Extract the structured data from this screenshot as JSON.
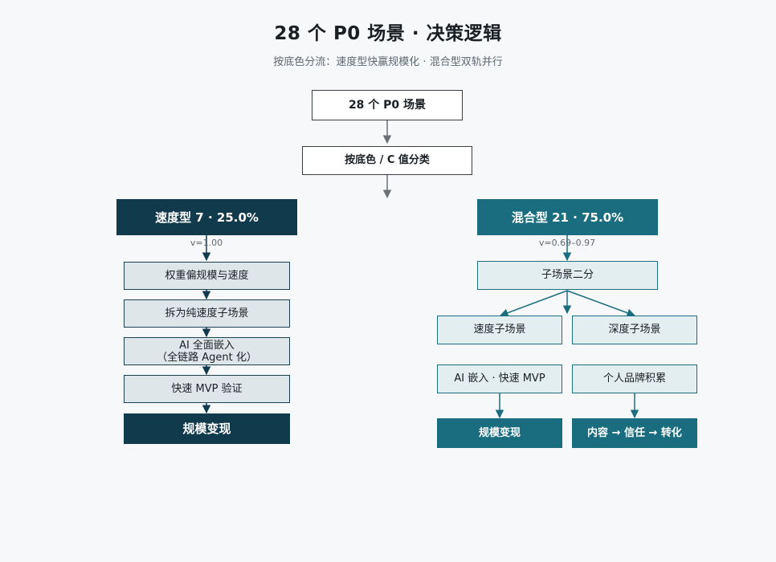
{
  "title": "28 个 P0 场景 · 决策逻辑",
  "subtitle": "按底色分流：速度型快赢规模化 · 混合型双轨并行",
  "root": "28 个 P0 场景",
  "classify": "按底色 / C 值分类",
  "left": {
    "header": "速度型 7 · 25.0%",
    "v_label": "v=1.00",
    "steps": [
      "权重偏规模与速度",
      "拆为纯速度子场景",
      "AI 全面嵌入\n（全链路 Agent 化）",
      "快速 MVP 验证"
    ],
    "result": "规模变现"
  },
  "right": {
    "header": "混合型 21 · 75.0%",
    "v_label": "v=0.69–0.97",
    "split": "子场景二分",
    "branch_a": {
      "label": "速度子场景",
      "step": "AI 嵌入 · 快速 MVP",
      "result": "规模变现"
    },
    "branch_b": {
      "label": "深度子场景",
      "step": "个人品牌积累",
      "result": "内容 → 信任 → 转化"
    }
  },
  "colors": {
    "navy": "#123a4d",
    "teal": "#1a6d7e",
    "light_navy": "#dfe6ea",
    "light_teal": "#e2eef0",
    "background": "#f6f8fa"
  }
}
